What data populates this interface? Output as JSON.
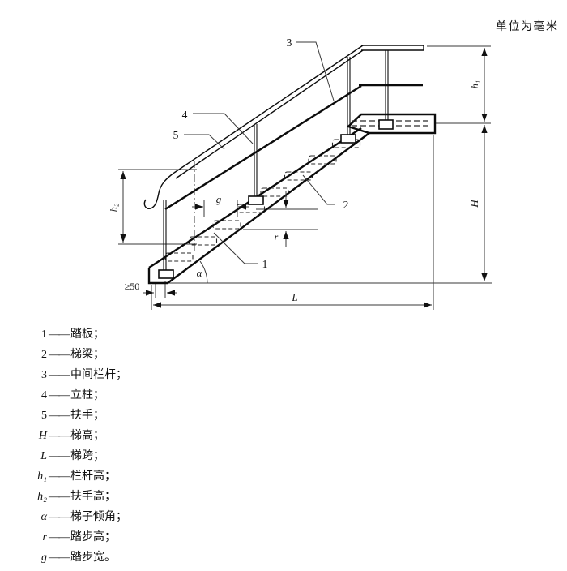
{
  "unit_note": "单位为毫米",
  "figure": {
    "callouts": {
      "c1": "1",
      "c2": "2",
      "c3": "3",
      "c4": "4",
      "c5": "5"
    },
    "dims": {
      "H": "H",
      "L": "L",
      "h1": "h₁",
      "h2": "h₂",
      "alpha": "α",
      "r": "r",
      "g": "g",
      "min_edge": "≥50"
    }
  },
  "legend": {
    "dash": "——",
    "rows": [
      {
        "symbol": "1",
        "term": "踏板",
        "sep": "；"
      },
      {
        "symbol": "2",
        "term": "梯梁",
        "sep": "；"
      },
      {
        "symbol": "3",
        "term": "中间栏杆",
        "sep": "；"
      },
      {
        "symbol": "4",
        "term": "立柱",
        "sep": "；"
      },
      {
        "symbol": "5",
        "term": "扶手",
        "sep": "；"
      },
      {
        "symbol": "H",
        "term": "梯高",
        "sep": "；"
      },
      {
        "symbol": "L",
        "term": "梯跨",
        "sep": "；"
      },
      {
        "symbol": "h₁",
        "term": "栏杆高",
        "sep": "；"
      },
      {
        "symbol": "h₂",
        "term": "扶手高",
        "sep": "；"
      },
      {
        "symbol": "α",
        "term": "梯子倾角",
        "sep": "；"
      },
      {
        "symbol": "r",
        "term": "踏步高",
        "sep": "；"
      },
      {
        "symbol": "g",
        "term": "踏步宽",
        "sep": "。"
      }
    ]
  }
}
